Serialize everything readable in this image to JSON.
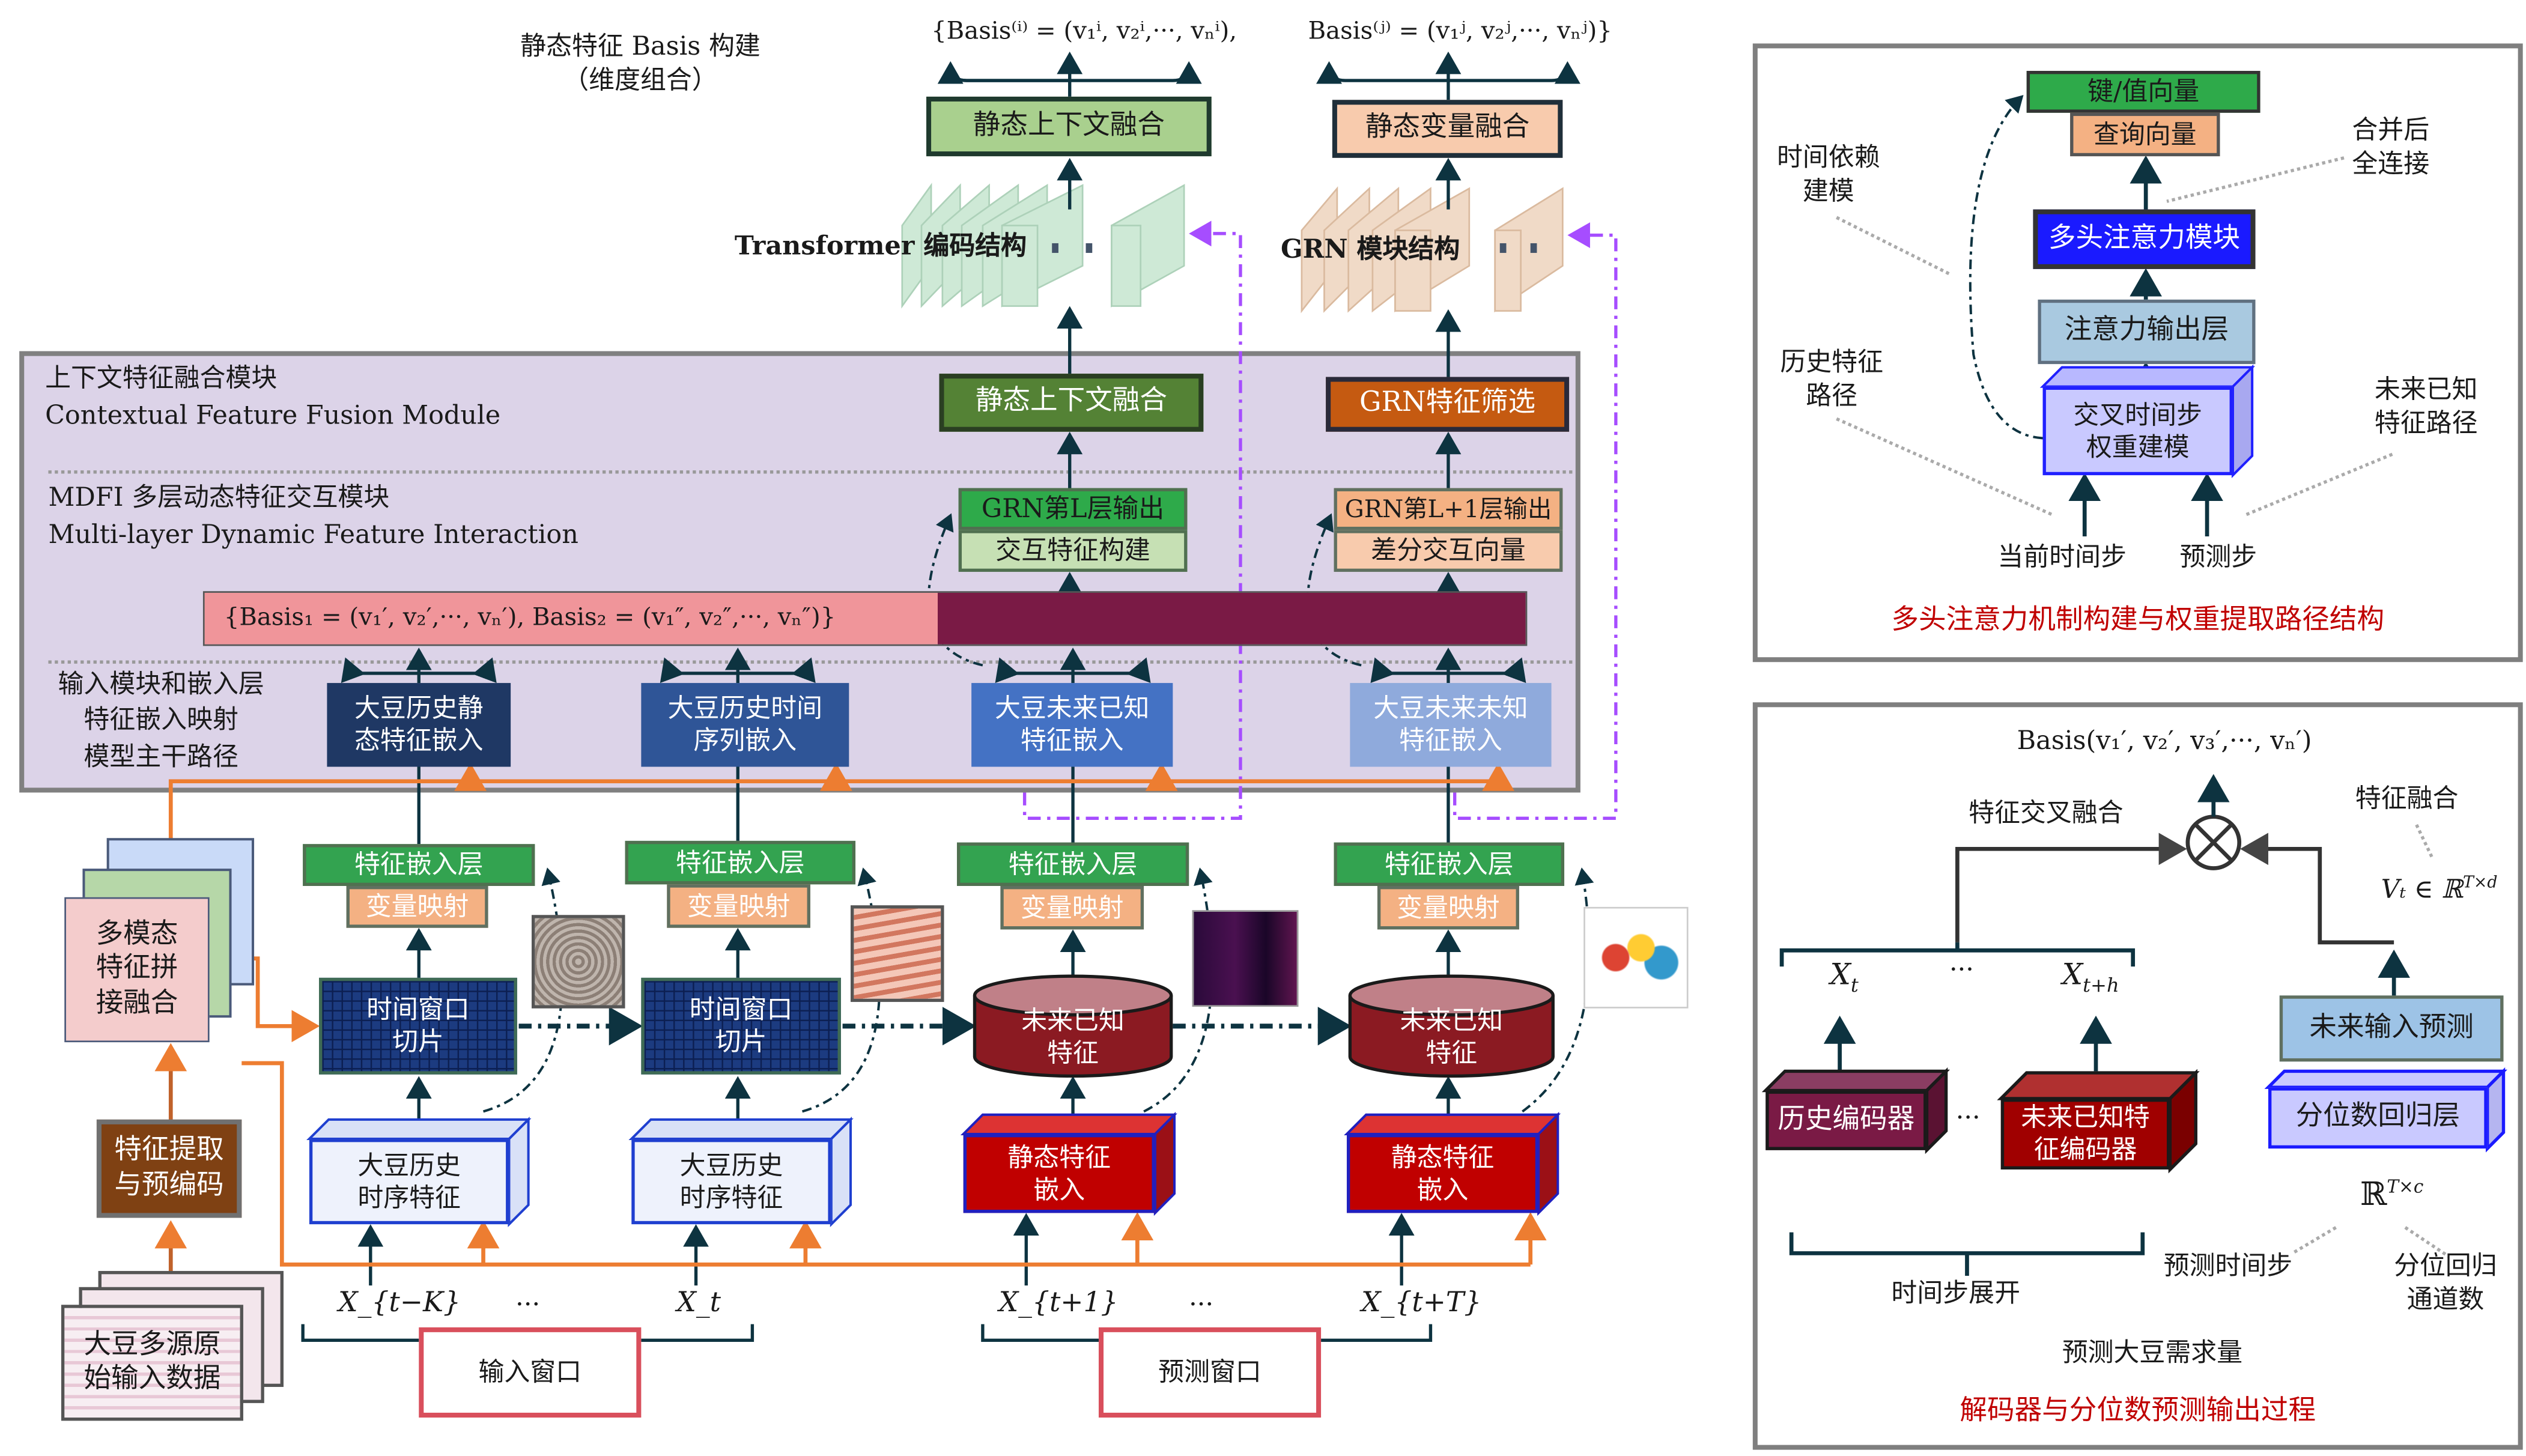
{
  "left": {
    "basis_title": "静态特征 Basis 构建\n（维度组合）",
    "formula_i": "{Basis⁽ⁱ⁾ = (v₁ⁱ, v₂ⁱ,···, vₙⁱ),",
    "formula_j": "Basis⁽ʲ⁾ = (v₁ʲ, v₂ʲ,···, vₙʲ)}",
    "top_static_context_fusion": "静态上下文融合",
    "top_static_variable_fusion": "静态变量融合",
    "transformer_label": "Transformer 编码结构",
    "grn_label": "GRN 模块结构",
    "module": {
      "cffm_cn": "上下文特征融合模块",
      "cffm_en": "Contextual Feature Fusion Module",
      "mdfi_cn": "MDFI 多层动态特征交互模块",
      "mdfi_en": "Multi-layer Dynamic Feature Interaction",
      "static_context_fusion": "静态上下文融合",
      "grn_feature_select": "GRN特征筛选",
      "grn_l_output": "GRN第L层输出",
      "interaction_build": "交互特征构建",
      "grn_l1_output": "GRN第L+1层输出",
      "diff_interaction": "差分交互向量",
      "basis_bar": "{Basis₁ = (v₁′, v₂′,···, vₙ′),    Basis₂ = (v₁″, v₂″,···, vₙ″)}",
      "input_layer_labels": "输入模块和嵌入层\n特征嵌入映射\n模型主干路径",
      "embeds": [
        "大豆历史静\n态特征嵌入",
        "大豆历史时间\n序列嵌入",
        "大豆未来已知\n特征嵌入",
        "大豆未来未知\n特征嵌入"
      ]
    },
    "feature_embed_layer": "特征嵌入层",
    "variable_mapping": "变量映射",
    "time_window_slice": "时间窗口\n切片",
    "future_known_feature": "未来已知\n特征",
    "history_series": "大豆历史\n时序特征",
    "static_embed": "静态特征\n嵌入",
    "multimodal_fusion": "多模态\n特征拼\n接融合",
    "feature_extract": "特征提取\n与预编码",
    "raw_input": "大豆多源原\n始输入数据",
    "inputs": [
      "X_{t−K}",
      "···",
      "X_t",
      "X_{t+1}",
      "···",
      "X_{t+T}"
    ],
    "input_window": "输入窗口",
    "predict_window": "预测窗口"
  },
  "attention_panel": {
    "key_value": "键/值向量",
    "query": "查询向量",
    "multihead": "多头注意力模块",
    "attn_output": "注意力输出层",
    "cross_step": "交叉时间步\n权重建模",
    "time_dep": "时间依赖\n建模",
    "merge_fc": "合并后\n全连接",
    "hist_path": "历史特征\n路径",
    "future_path": "未来已知\n特征路径",
    "current_step": "当前时间步",
    "predict_step": "预测步",
    "caption": "多头注意力机制构建与权重提取路径结构"
  },
  "decoder_panel": {
    "basis": "Basis(v₁′, v₂′, v₃′,···, vₙ′)",
    "cross_fusion": "特征交叉融合",
    "feature_fusion": "特征融合",
    "vt": "Vₜ ∈ ℝ",
    "vt_sup": "T×d",
    "xt": "X",
    "xt_sub": "t",
    "dots": "···",
    "xth": "X",
    "xth_sub": "t+h",
    "hist_encoder": "历史编码器",
    "future_encoder": "未来已知特\n征编码器",
    "future_input_pred": "未来输入预测",
    "quantile_layer": "分位数回归层",
    "r_tc": "ℝ",
    "r_tc_sup": "T×c",
    "predict_steps": "预测时间步",
    "quantile_channels": "分位回归\n通道数",
    "time_unroll": "时间步展开",
    "demand": "预测大豆需求量",
    "caption": "解码器与分位数预测输出过程"
  },
  "colors": {
    "orange_path": "#ed7d31",
    "purple_dash": "#a64dff",
    "caption_red": "#c00000",
    "module_bg": "#dcd3e8"
  }
}
